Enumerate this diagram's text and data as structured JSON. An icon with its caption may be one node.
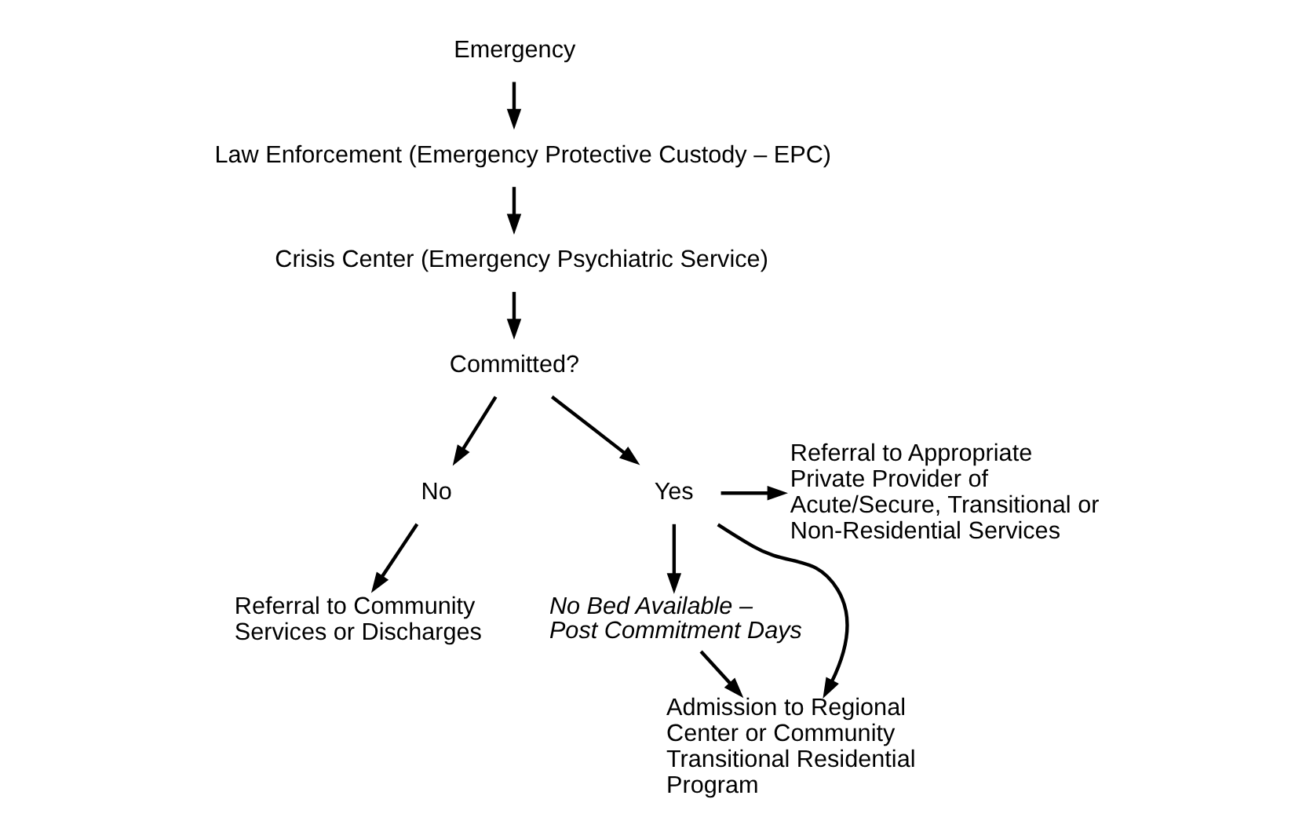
{
  "diagram": {
    "nodes": [
      {
        "text": [
          "Emergency"
        ]
      },
      {
        "text": [
          "Law Enforcement (Emergency Protective Custody – EPC)"
        ]
      },
      {
        "text": [
          "Crisis Center (Emergency Psychiatric Service)"
        ]
      },
      {
        "text": [
          "Committed?"
        ]
      },
      {
        "text": [
          "No"
        ]
      },
      {
        "text": [
          "Yes"
        ]
      },
      {
        "text": [
          "Referral to Community Services or Discharges"
        ]
      },
      {
        "text": [
          "Referral to Appropriate Private Provider of Acute/Secure, Transitional or Non-Residential Services"
        ]
      },
      {
        "text": [
          "No Bed Available – Post Commitment Days"
        ]
      },
      {
        "text": [
          "Admission to Regional Center or Community Transitional Residential Program"
        ]
      }
    ],
    "edges": [
      {
        "from": 0,
        "to": 1,
        "arrow": "to"
      },
      {
        "from": 1,
        "to": 2,
        "arrow": "to"
      },
      {
        "from": 2,
        "to": 3,
        "arrow": "to"
      },
      {
        "from": 3,
        "to": 4,
        "arrow": "to"
      },
      {
        "from": 3,
        "to": 5,
        "arrow": "to"
      },
      {
        "from": 4,
        "to": 6,
        "arrow": "to"
      },
      {
        "from": 5,
        "to": 7,
        "arrow": "to"
      },
      {
        "from": 5,
        "to": 8,
        "arrow": "to"
      },
      {
        "from": 5,
        "to": 9,
        "arrow": "to"
      },
      {
        "from": 8,
        "to": 9,
        "arrow": "to"
      }
    ]
  }
}
